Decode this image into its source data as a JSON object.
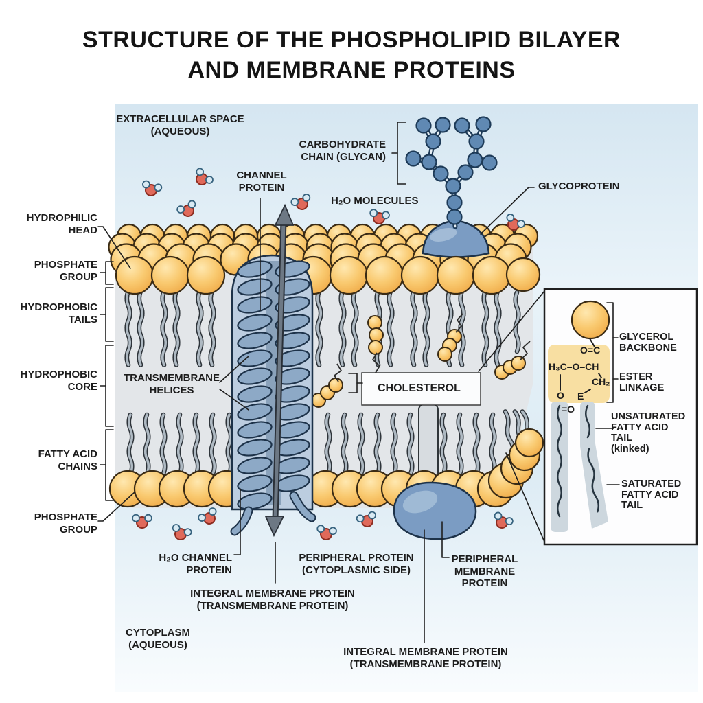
{
  "title": {
    "line1": "STRUCTURE OF THE PHOSPHOLIPID BILAYER",
    "line2": "AND MEMBRANE PROTEINS"
  },
  "labels": {
    "extracellular_space": {
      "line1": "EXTRACELLULAR SPACE",
      "line2": "(AQUEOUS)"
    },
    "hydrophilic_head": {
      "line1": "HYDROPHILIC",
      "line2": "HEAD"
    },
    "phosphate_group_top": {
      "line1": "PHOSPHATE",
      "line2": "GROUP"
    },
    "hydrophobic_tails": {
      "line1": "HYDROPHOBIC",
      "line2": "TAILS"
    },
    "hydrophobic_core": {
      "line1": "HYDROPHOBIC",
      "line2": "CORE"
    },
    "fatty_acid_chains": {
      "line1": "FATTY ACID",
      "line2": "CHAINS"
    },
    "phosphate_group_bottom": {
      "line1": "PHOSPHATE",
      "line2": "GROUP"
    },
    "channel_protein": {
      "line1": "CHANNEL",
      "line2": "PROTEIN"
    },
    "h2o_molecules": "H₂O MOLECULES",
    "carbohydrate_chain": {
      "line1": "CARBOHYDRATE",
      "line2": "CHAIN (GLYCAN)"
    },
    "glycoprotein": "GLYCOPROTEIN",
    "transmembrane_helices": {
      "line1": "TRANSMEMBRANE",
      "line2": "HELICES"
    },
    "cholesterol": "CHOLESTEROL",
    "h2o_channel_protein": {
      "line1": "H₂O CHANNEL",
      "line2": "PROTEIN"
    },
    "peripheral_protein_cytoplasmic": {
      "line1": "PERIPHERAL PROTEIN",
      "line2": "(CYTOPLASMIC SIDE)"
    },
    "integral_membrane_protein_center": {
      "line1": "INTEGRAL MEMBRANE PROTEIN",
      "line2": "(TRANSMEMBRANE PROTEIN)"
    },
    "peripheral_membrane_protein": {
      "line1": "PERIPHERAL",
      "line2": "MEMBRANE",
      "line3": "PROTEIN"
    },
    "cytoplasm": {
      "line1": "CYTOPLASM",
      "line2": "(AQUEOUS)"
    },
    "integral_membrane_protein_bottom": {
      "line1": "INTEGRAL MEMBRANE PROTEIN",
      "line2": "(TRANSMEMBRANE PROTEIN)"
    }
  },
  "inset": {
    "glycerol_backbone": {
      "line1": "GLYCEROL",
      "line2": "BACKBONE"
    },
    "ester_linkage": {
      "line1": "ESTER",
      "line2": "LINKAGE"
    },
    "unsaturated_tail": {
      "line1": "UNSATURATED",
      "line2": "FATTY ACID",
      "line3": "TAIL",
      "line4": "(kinked)"
    },
    "saturated_tail": {
      "line1": "SATURATED",
      "line2": "FATTY ACID",
      "line3": "TAIL"
    },
    "chem": {
      "carbonyl": "O=C",
      "glycerol_chain": "H₃C–O–CH",
      "ch2": "CH₂",
      "oxygen": "O",
      "ester_e": "E",
      "double_bond_o": "=O"
    }
  },
  "palette": {
    "bg_top": "#d5e6f1",
    "bg_upper": "#e9f3f9",
    "bg_lower": "#dcebf4",
    "bg_bottom": "#f9fcfe",
    "slab": "#e3e6e9",
    "head_light": "#ffe8b0",
    "head_mid": "#f9c96f",
    "head_dark": "#efa845",
    "head_stroke": "#3a2b15",
    "tail_light": "#aeb9c2",
    "tail_dark": "#2e343a",
    "protein": "#7b9cc3",
    "protein_dark": "#1d3249",
    "protein_hi": "#a6bfd8",
    "channel_body": "#bccde0",
    "channel_lumen": "#8aa2bb",
    "helix_ring": "#8da9c6",
    "glycan": "#6089b3",
    "glycan_dark": "#1d3a57",
    "arrow": "#6d7884",
    "arrow_dark": "#2b3139",
    "water_o": "#e0695a",
    "water_o_stroke": "#8c2d21",
    "water_h": "#d9eaf3",
    "water_h_stroke": "#36627e",
    "inset_yellow": "#f8dfa2",
    "band": "#cdd7de",
    "band_wave": "#273540",
    "line": "#1f1f1f",
    "box_white": "#fdfdfe",
    "column": "#d7dce0"
  }
}
